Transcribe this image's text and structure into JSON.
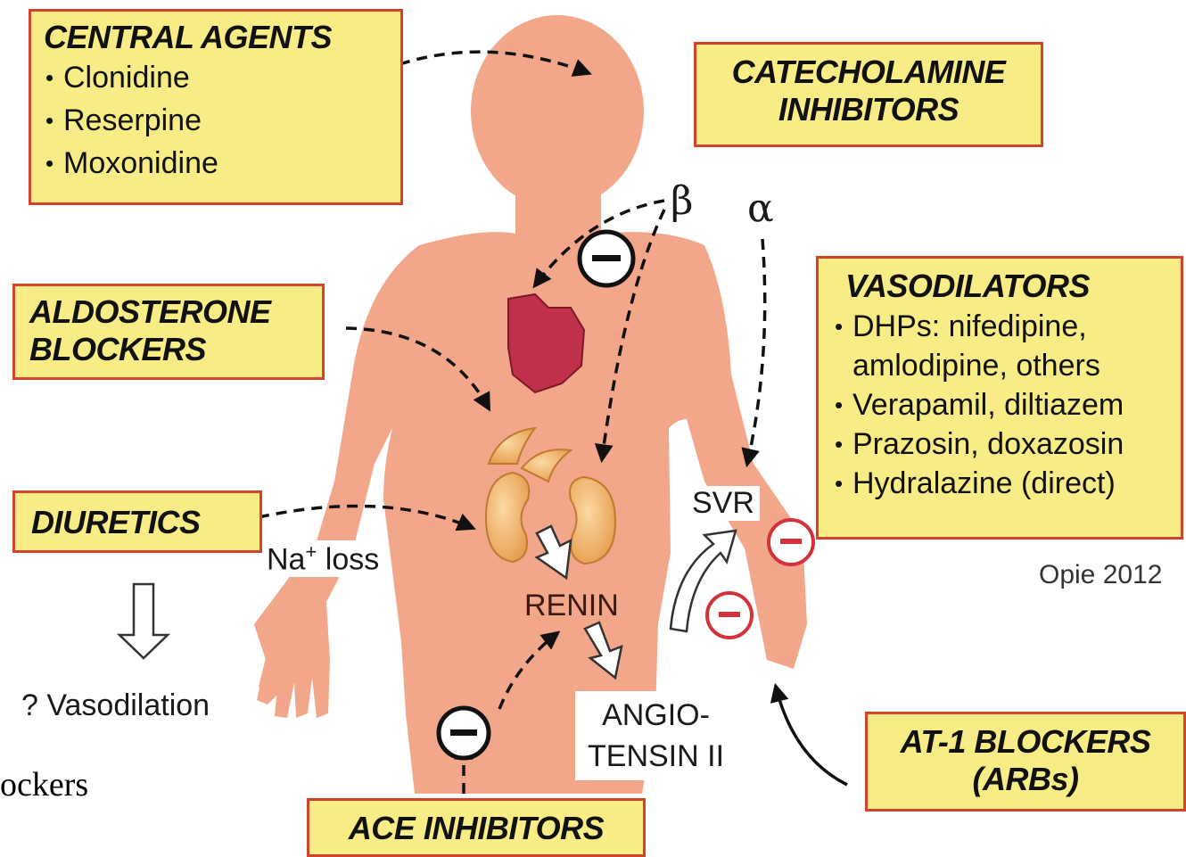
{
  "central_agents": {
    "title": "CENTRAL AGENTS",
    "items": [
      "Clonidine",
      "Reserpine",
      "Moxonidine"
    ]
  },
  "catecholamine": {
    "line1": "CATECHOLAMINE",
    "line2": "INHIBITORS"
  },
  "aldosterone": {
    "line1": "ALDOSTERONE",
    "line2": "BLOCKERS"
  },
  "vasodilators": {
    "title": "VASODILATORS",
    "items": [
      "DHPs: nifedipine,",
      "amlodipine, others",
      "Verapamil, diltiazem",
      "Prazosin, doxazosin",
      "Hydralazine (direct)"
    ]
  },
  "diuretics": {
    "title": "DIURETICS"
  },
  "at1": {
    "line1": "AT-1 BLOCKERS",
    "line2": "(ARBs)"
  },
  "ace": {
    "title": "ACE INHIBITORS"
  },
  "labels": {
    "beta": "β",
    "alpha": "α",
    "svr": "SVR",
    "na_main": "Na",
    "na_sup": "+",
    "na_rest": " loss",
    "vasodilation": "? Vasodilation",
    "renin": "RENIN",
    "angio1": "ANGIO-",
    "angio2": "TENSIN II",
    "credit": "Opie 2012",
    "blockers_fragment": "ockers",
    "minus": "−"
  },
  "colors": {
    "box_fill": "#f7ec86",
    "box_border": "#d2452c",
    "skin": "#f2a68a",
    "heart": "#c0304a",
    "kidney": "#f0b870",
    "inhibit_red": "#d2323a"
  }
}
